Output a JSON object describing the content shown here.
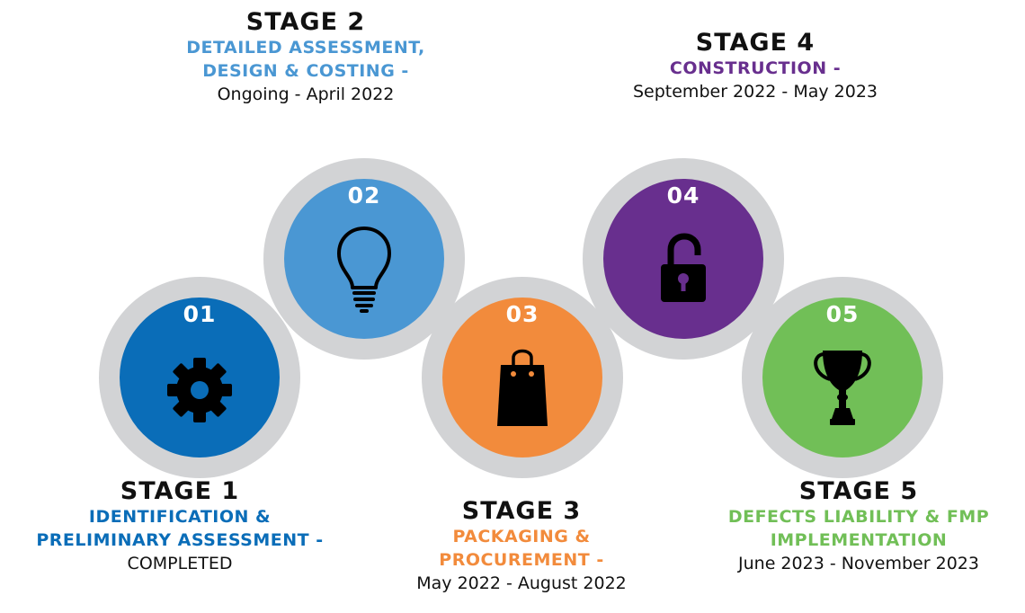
{
  "stages": [
    {
      "number": "01",
      "heading": "STAGE 1",
      "subtitle_lines": [
        "IDENTIFICATION &",
        "PRELIMINARY ASSESSMENT -"
      ],
      "dates": "COMPLETED",
      "color": "#0a6db8",
      "icon": "gear-icon"
    },
    {
      "number": "02",
      "heading": "STAGE 2",
      "subtitle_lines": [
        "DETAILED ASSESSMENT,",
        "DESIGN & COSTING -"
      ],
      "dates": "Ongoing - April 2022",
      "color": "#4a97d3",
      "icon": "lightbulb-icon"
    },
    {
      "number": "03",
      "heading": "STAGE 3",
      "subtitle_lines": [
        "PACKAGING &",
        "PROCUREMENT -"
      ],
      "dates": "May 2022 - August 2022",
      "color": "#f28b3c",
      "icon": "shopping-bag-icon"
    },
    {
      "number": "04",
      "heading": "STAGE 4",
      "subtitle_lines": [
        "CONSTRUCTION -"
      ],
      "dates": "September 2022 - May 2023",
      "color": "#682f8e",
      "icon": "open-padlock-icon"
    },
    {
      "number": "05",
      "heading": "STAGE 5",
      "subtitle_lines": [
        "DEFECTS LIABILITY & FMP",
        "IMPLEMENTATION"
      ],
      "dates": "June 2023 - November 2023",
      "color": "#71bf57",
      "icon": "trophy-icon"
    }
  ],
  "ring_color": "#d2d3d5"
}
